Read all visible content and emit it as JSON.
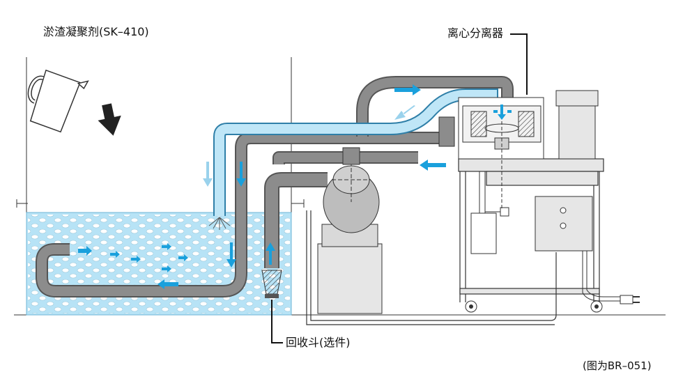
{
  "labels": {
    "coagulant": "淤渣凝聚剂(SK–410)",
    "centrifuge": "离心分离器",
    "recovery_funnel": "回收斗(选件)",
    "figure_note": "(图为BR–051)"
  },
  "colors": {
    "water": "#b7e3f6",
    "flow_arrow": "#1aa0dc",
    "pipe": "#8c8c8c",
    "machine_gray": "#c9c9c9",
    "light_gray": "#e6e6e6",
    "outline": "#333333"
  },
  "icons": [
    "jug-icon",
    "down-arrow-icon",
    "flow-arrow-icon",
    "power-plug-icon",
    "caster-wheel-icon"
  ]
}
